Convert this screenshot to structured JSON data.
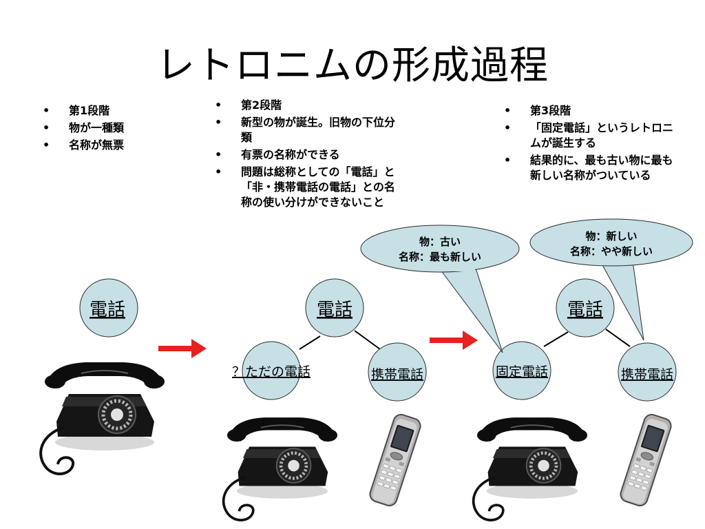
{
  "title": "レトロニムの形成過程",
  "stage1": {
    "bullets": [
      "第1段階",
      "物が一種類",
      "名称が無票"
    ]
  },
  "stage2": {
    "bullets": [
      "第2段階",
      "新型の物が誕生。旧物の下位分類",
      "有票の名称ができる",
      "問題は総称としての「電話」と「非・携帯電話の電話」との名称の使い分けができないこと"
    ]
  },
  "stage3": {
    "bullets": [
      "第3段階",
      "「固定電話」というレトロニムが誕生する",
      "結果的に、最も古い物に最も新しい名称がついている"
    ]
  },
  "nodes": {
    "stage1_parent": "電話",
    "stage2_parent": "電話",
    "stage2_child_left": "？ただの電話",
    "stage2_child_right": "携帯電話",
    "stage3_parent": "電話",
    "stage3_child_left": "固定電話",
    "stage3_child_right": "携帯電話"
  },
  "callouts": {
    "old": {
      "line1": "物：古い",
      "line2": "名称：最も新しい"
    },
    "new": {
      "line1": "物：新しい",
      "line2": "名称：やや新しい"
    }
  },
  "colors": {
    "node_fill": "#c6e0e6",
    "arrow": "#e8201e",
    "phone_body": "#141414"
  },
  "icons": {
    "rotary_phone": "rotary-phone-icon",
    "mobile_phone": "mobile-phone-icon",
    "arrow": "right-arrow-icon"
  }
}
